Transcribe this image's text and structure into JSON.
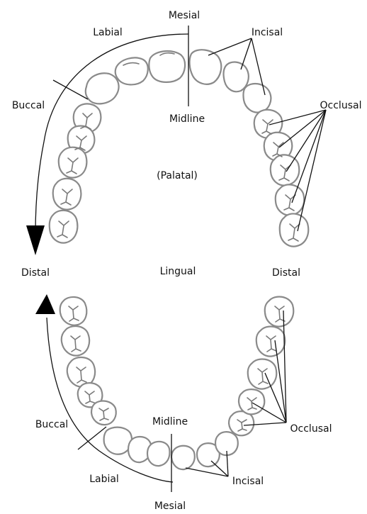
{
  "colors": {
    "tooth_outline": "#8a8a8a",
    "ink": "#111111",
    "background": "#ffffff"
  },
  "upper_arch": {
    "mesial": "Mesial",
    "labial": "Labial",
    "incisal": "Incisal",
    "buccal": "Buccal",
    "occlusal": "Occlusal",
    "midline": "Midline",
    "palatal": "(Palatal)",
    "distal_left": "Distal",
    "distal_right": "Distal",
    "arrow_direction": "down"
  },
  "middle": {
    "lingual": "Lingual"
  },
  "lower_arch": {
    "buccal": "Buccal",
    "midline": "Midline",
    "occlusal": "Occlusal",
    "labial": "Labial",
    "incisal": "Incisal",
    "mesial": "Mesial",
    "arrow_direction": "up"
  }
}
